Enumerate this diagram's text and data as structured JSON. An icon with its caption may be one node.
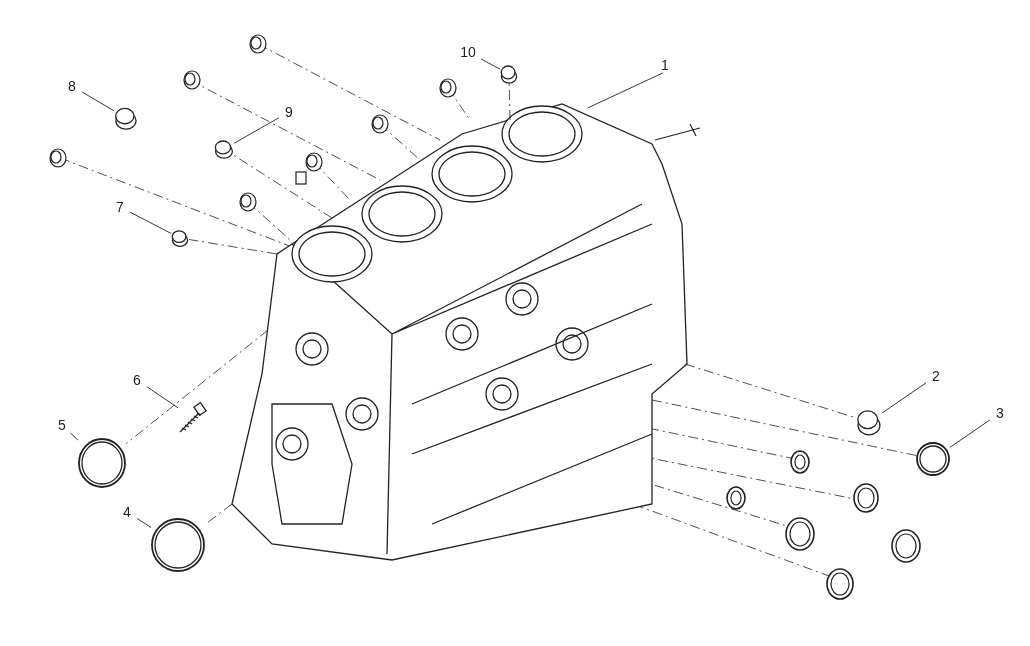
{
  "diagram": {
    "nodes": [
      {
        "text": [
          "1"
        ]
      },
      {
        "text": [],
        "shape": "picture"
      },
      {
        "text": [
          "2"
        ]
      },
      {
        "text": [],
        "shape": "cylinder"
      },
      {
        "text": [
          "3"
        ]
      },
      {
        "text": [],
        "shape": "circle"
      },
      {
        "text": [
          "4"
        ]
      },
      {
        "text": [],
        "shape": "circle"
      },
      {
        "text": [
          "5"
        ]
      },
      {
        "text": [],
        "shape": "circle"
      },
      {
        "text": [
          "6"
        ]
      },
      {
        "text": [],
        "shape": "picture"
      },
      {
        "text": [
          "7"
        ]
      },
      {
        "text": [],
        "shape": "cylinder"
      },
      {
        "text": [
          "8"
        ]
      },
      {
        "text": [],
        "shape": "cylinder"
      },
      {
        "text": [
          "9"
        ]
      },
      {
        "text": [],
        "shape": "cylinder"
      },
      {
        "text": [
          "10"
        ]
      },
      {
        "text": [],
        "shape": "cylinder"
      }
    ],
    "edges": [
      {
        "from": 0,
        "to": 1,
        "arrow": "none"
      },
      {
        "from": 2,
        "to": 3,
        "arrow": "none"
      },
      {
        "from": 4,
        "to": 5,
        "arrow": "none"
      },
      {
        "from": 6,
        "to": 7,
        "arrow": "none"
      },
      {
        "from": 8,
        "to": 9,
        "arrow": "none"
      },
      {
        "from": 10,
        "to": 11,
        "arrow": "none"
      },
      {
        "from": 12,
        "to": 13,
        "arrow": "none"
      },
      {
        "from": 14,
        "to": 15,
        "arrow": "none"
      },
      {
        "from": 16,
        "to": 17,
        "arrow": "none"
      },
      {
        "from": 18,
        "to": 19,
        "arrow": "none"
      },
      {
        "from": 1,
        "to": 3,
        "arrow": "none",
        "style": "dashed"
      },
      {
        "from": 1,
        "to": 5,
        "arrow": "none",
        "style": "dashed"
      },
      {
        "from": 1,
        "to": 7,
        "arrow": "none",
        "style": "dashed"
      },
      {
        "from": 1,
        "to": 9,
        "arrow": "none",
        "style": "dashed"
      },
      {
        "from": 1,
        "to": 13,
        "arrow": "none",
        "style": "dashed"
      },
      {
        "from": 1,
        "to": 17,
        "arrow": "none",
        "style": "dashed"
      },
      {
        "from": 1,
        "to": 19,
        "arrow": "none",
        "style": "dashed"
      }
    ]
  }
}
